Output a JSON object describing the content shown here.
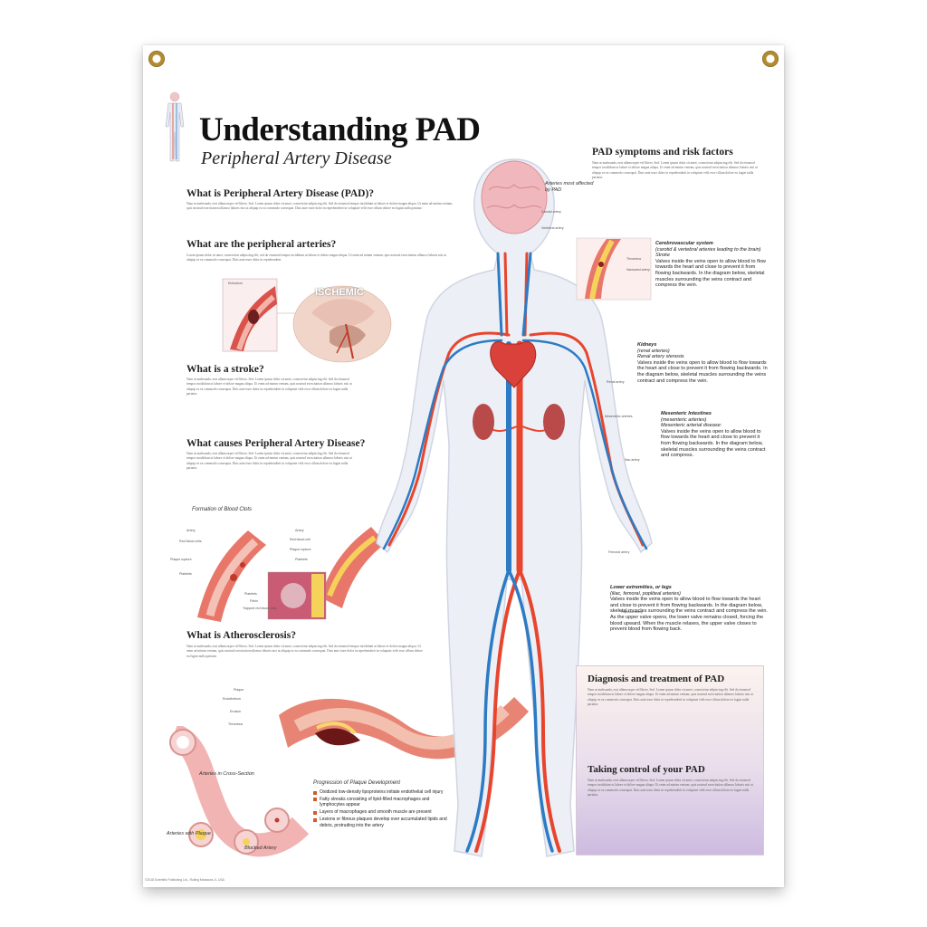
{
  "poster": {
    "title": "Understanding PAD",
    "subtitle": "Peripheral Artery Disease"
  },
  "sections": {
    "what_is_pad": "What is Peripheral Artery Disease (PAD)?",
    "peripheral_arteries": "What are the peripheral arteries?",
    "stroke": "What is a stroke?",
    "causes": "What causes Peripheral Artery Disease?",
    "atherosclerosis": "What is Atherosclerosis?",
    "symptoms": "PAD symptoms and risk factors",
    "diagnosis": "Diagnosis and treatment of PAD",
    "taking_control": "Taking control of your PAD"
  },
  "filler": {
    "block1": "Nam ut malesuada, erat ullamcorper vel libero. Sed. Lorem ipsum dolor sit amet, consectetur adipiscing elit. Sed do eiusmod tempor incididunt ut labore et dolore magna aliqua. Ut enim ad minim veniam, quis nostrud exercitation ullamco laboris nisi ut aliquip ex ea commodo consequat. Duis aute irure dolor in reprehenderit in voluptate velit esse cillum dolore eu fugiat nulla pariatur.",
    "block2": "Lorem ipsum dolor sit amet, consectetur adipiscing elit, sed do eiusmod tempor incididunt ut labore et dolore magna aliqua. Ut enim ad minim veniam, quis nostrud exercitation ullamco laboris nisi ut aliquip ex ea commodo consequat. Duis aute irure dolor in reprehenderit."
  },
  "figures": {
    "ischemic": "ISCHEMIC",
    "embolism": "Embolism",
    "formation_clots": "Formation of Blood Clots",
    "arteries_cross_section": "Arteries in Cross-Section",
    "arteries_plaque": "Arteries with Plaque",
    "blocked_artery": "Blocked Artery",
    "progression_title": "Progression of Plaque Development",
    "arteries_most": "Arteries most affected by PAD",
    "clot_labels": [
      "Artery",
      "Red blood cells",
      "Plaque rupture",
      "Platelets"
    ],
    "clot_labels_right": [
      "Artery",
      "Red blood cell",
      "Plaque rupture",
      "Platelets"
    ],
    "clot_small": [
      "Platelets",
      "Fibrin",
      "Trapped red blood cells"
    ],
    "athero_labels": [
      "Plaque",
      "Endothelium",
      "Erosion",
      "Thrombus"
    ],
    "body_labels": [
      "Carotid artery",
      "Vertebral artery",
      "Renal artery",
      "Mesenteric arteries",
      "Iliac artery",
      "Femoral artery",
      "Popliteal artery"
    ],
    "cereb_small": [
      "Thrombus",
      "Narrowed artery"
    ]
  },
  "progression": [
    "Oxidized low-density lipoproteins initiate endothelial cell injury",
    "Fatty streaks consisting of lipid-filled macrophages and lymphocytes appear",
    "Layers of macrophages and smooth muscle are present",
    "Lesions or fibrous plaques develop over accumulated lipids and debris, protruding into the artery"
  ],
  "callouts": {
    "cereb_title": "Cerebrovascular system",
    "cereb_sub": "(carotid & vertebral arteries leading to the brain) Stroke",
    "cereb_body": "Valves inside the veins open to allow blood to flow towards the heart and close to prevent it from flowing backwards. In the diagram below, skeletal muscles surrounding the veins contract and compress the vein.",
    "kidney_title": "Kidneys",
    "kidney_sub": "(renal arteries)",
    "kidney_sub2": "Renal artery stenosis",
    "kidney_body": "Valves inside the veins open to allow blood to flow towards the heart and close to prevent it from flowing backwards. In the diagram below, skeletal muscles surrounding the veins contract and compress the vein.",
    "mes_title": "Mesenteric Intestines",
    "mes_sub": "(mesenteric arteries)",
    "mes_sub2": "Mesenteric arterial disease:",
    "mes_body": "Valves inside the veins open to allow blood to flow towards the heart and close to prevent it from flowing backwards. In the diagram below, skeletal muscles surrounding the veins contract and compress.",
    "legs_title": "Lower extremities, or legs",
    "legs_sub": "(iliac, femoral, popliteal arteries)",
    "legs_body": "Valves inside the veins open to allow blood to flow towards the heart and close to prevent it from flowing backwards. In the diagram below, skeletal muscles surrounding the veins contract and compress the vein. As the upper valve opens, the lower valve remains closed, forcing the blood upward. When the muscle relaxes, the upper valve closes to prevent blood from flowing back."
  },
  "footer": "©2018 Scientific Publishing Ltd., Rolling Meadows, IL USA",
  "colors": {
    "artery": "#e8452e",
    "vein": "#2c7bc4",
    "skin": "#e9ecf3",
    "accent": "#d35a2a"
  }
}
